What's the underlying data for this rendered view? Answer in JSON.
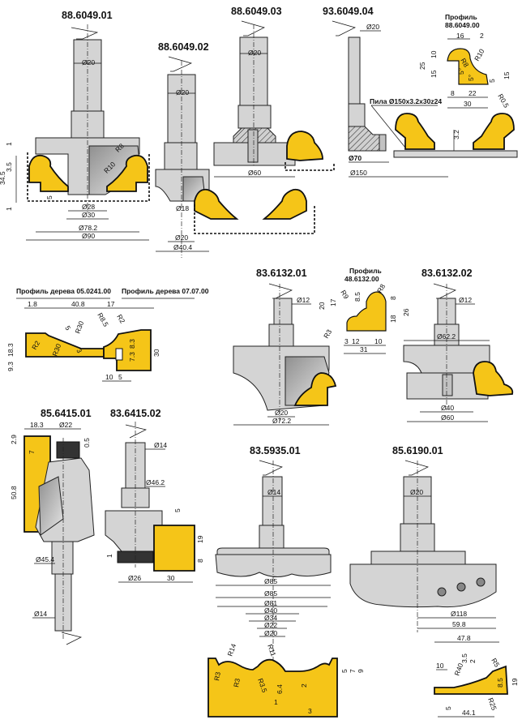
{
  "colors": {
    "wood": "#f5c518",
    "steel": "#d4d4d4",
    "knife": "#a9a9a9",
    "outline": "#111111"
  },
  "tools": {
    "t1": {
      "code": "88.6049.01",
      "dims": {
        "shank": "Ø20",
        "r1": "R8",
        "r2": "R10",
        "d1": "Ø28",
        "d2": "Ø30",
        "d3": "Ø78.2",
        "d4": "Ø90",
        "h1": "1",
        "h2": "3.5",
        "h3": "34.5",
        "h4": "5",
        "h5": "1"
      }
    },
    "t2": {
      "code": "88.6049.02",
      "dims": {
        "shank": "Ø20",
        "d1": "Ø18",
        "d2": "Ø20",
        "d3": "Ø40.4"
      }
    },
    "t3": {
      "code": "88.6049.03",
      "dims": {
        "shank": "Ø20",
        "d1": "Ø60"
      }
    },
    "t4": {
      "code": "93.6049.04",
      "dims": {
        "shank": "Ø20",
        "d1": "Ø70",
        "d2": "Ø150",
        "h1": "3.2",
        "saw": "Пила Ø150x3.2x30z24"
      }
    },
    "p1": {
      "title_line1": "Профиль",
      "title_line2": "88.6049.00",
      "dims": {
        "w1": "16",
        "w2": "2",
        "h1": "10",
        "h2": "25",
        "h3": "15",
        "h4": "15",
        "h5": "5",
        "r1": "R8",
        "r2": "R10",
        "r3": "R0.5",
        "a1": "5°",
        "a2": "5°",
        "b1": "8",
        "b2": "22",
        "b3": "30"
      }
    },
    "p2": {
      "title_left": "Профиль дерева 05.0241.00",
      "title_right": "Профиль дерева 07.07.00",
      "dims": {
        "w1": "1.8",
        "w2": "40.8",
        "w3": "17",
        "r1": "R2",
        "r2": "R30",
        "r3": "R30",
        "r4": "R8.5",
        "r5": "R2",
        "a1": "5",
        "a2": "3",
        "h1": "18.3",
        "h2": "9.3",
        "h3": "8.3",
        "h4": "7.3",
        "h5": "30",
        "b1": "10",
        "b2": "5"
      }
    },
    "t5": {
      "code": "83.6132.01",
      "dims": {
        "shank": "Ø12",
        "d1": "Ø20",
        "d2": "Ø72.2"
      }
    },
    "p3": {
      "title_line1": "Профиль",
      "title_line2": "48.6132.00",
      "dims": {
        "h1": "20",
        "h2": "17",
        "h3": "8.5",
        "h4": "8",
        "h5": "18",
        "h6": "26",
        "r1": "R9",
        "r2": "R8",
        "r3": "R3",
        "b1": "3",
        "b2": "12",
        "b3": "10",
        "b4": "31"
      }
    },
    "t6": {
      "code": "83.6132.02",
      "dims": {
        "shank": "Ø12",
        "d1": "Ø62.2",
        "d2": "Ø40",
        "d3": "Ø60"
      }
    },
    "t7": {
      "code": "85.6415.01",
      "dims": {
        "w1": "18.3",
        "d1": "Ø22",
        "h1": "2.9",
        "h2": "7",
        "h3": "0.5",
        "h4": "50.8",
        "d2": "Ø45.4",
        "d3": "Ø14"
      }
    },
    "t8": {
      "code": "83.6415.02",
      "dims": {
        "shank": "Ø14",
        "d1": "Ø46.2",
        "h1": "5",
        "h2": "19",
        "h3": "8",
        "h4": "1",
        "d2": "Ø26",
        "w1": "30"
      }
    },
    "t9": {
      "code": "83.5935.01",
      "dims": {
        "shank": "Ø14",
        "d1": "Ø85",
        "d2": "Ø85",
        "d3": "Ø81",
        "d4": "Ø40",
        "d5": "Ø34",
        "d6": "Ø22",
        "d7": "Ø20",
        "r1": "R14",
        "r2": "R11",
        "r3": "R3",
        "r4": "R3",
        "r5": "R3.5",
        "h1": "6.4",
        "h2": "2",
        "h3": "1",
        "h4": "3",
        "h5": "5",
        "h6": "7",
        "h7": "9"
      }
    },
    "t10": {
      "code": "85.6190.01",
      "dims": {
        "shank": "Ø20",
        "d1": "Ø118",
        "w1": "59.8"
      }
    },
    "p4": {
      "dims": {
        "w1": "47.8",
        "w2": "10",
        "w3": "44.1",
        "h1": "3.5",
        "h2": "2",
        "h3": "5",
        "h4": "8.5",
        "h5": "19",
        "r1": "R40",
        "r2": "R5",
        "r3": "R25"
      }
    }
  }
}
